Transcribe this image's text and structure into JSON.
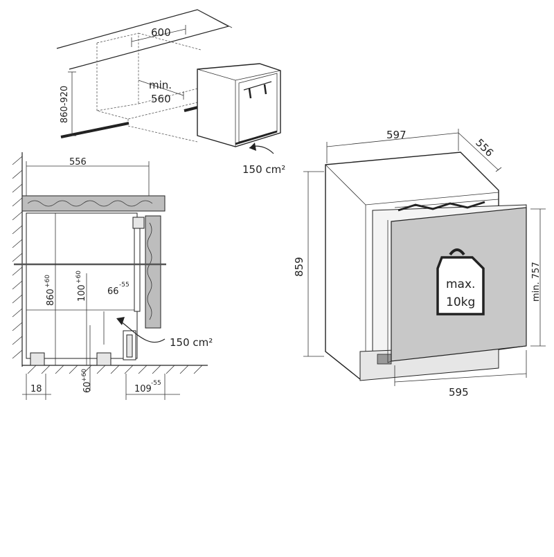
{
  "top_diagram": {
    "width_label": "600",
    "height_label": "860-920",
    "depth_label": "min.",
    "depth_value": "560",
    "vent_label": "150 cm²"
  },
  "side_section": {
    "depth_label": "556",
    "height_label": "860",
    "height_sup": "+60",
    "plinth_height_label": "100",
    "plinth_height_sup": "+60",
    "recess_label": "66",
    "recess_sup": "-55",
    "vent_label": "150 cm²",
    "feet_height_label": "60",
    "feet_height_sup": "+60",
    "rear_gap_label": "18",
    "plinth_offset_label": "109",
    "plinth_offset_sup": "-55"
  },
  "front_view": {
    "width_label": "597",
    "depth_label": "556",
    "height_label": "859",
    "door_height_label": "min. 757",
    "door_width_label": "595",
    "weight_line1": "max.",
    "weight_line2": "10kg"
  }
}
